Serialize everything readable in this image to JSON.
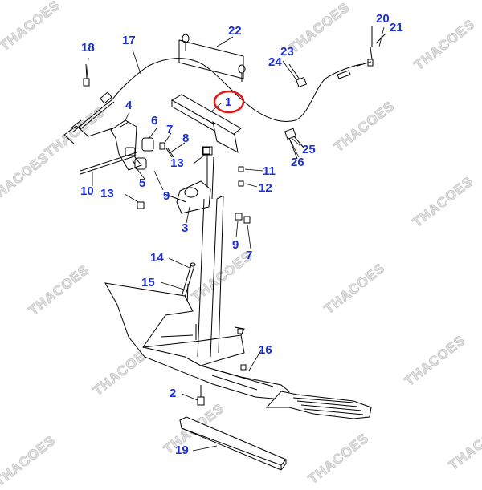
{
  "diagram": {
    "watermark": "THACOES",
    "callouts": [
      "22",
      "17",
      "18",
      "20",
      "21",
      "23",
      "24",
      "1",
      "4",
      "6",
      "7",
      "8",
      "13",
      "11",
      "12",
      "10",
      "5",
      "9",
      "3",
      "25",
      "26",
      "14",
      "15",
      "16",
      "2",
      "19"
    ],
    "colors": {
      "callout": "#1b2fd6",
      "line": "#000000",
      "highlight": "#e01818",
      "watermark": "#d2d2d2"
    },
    "highlighted_callout": "1"
  }
}
